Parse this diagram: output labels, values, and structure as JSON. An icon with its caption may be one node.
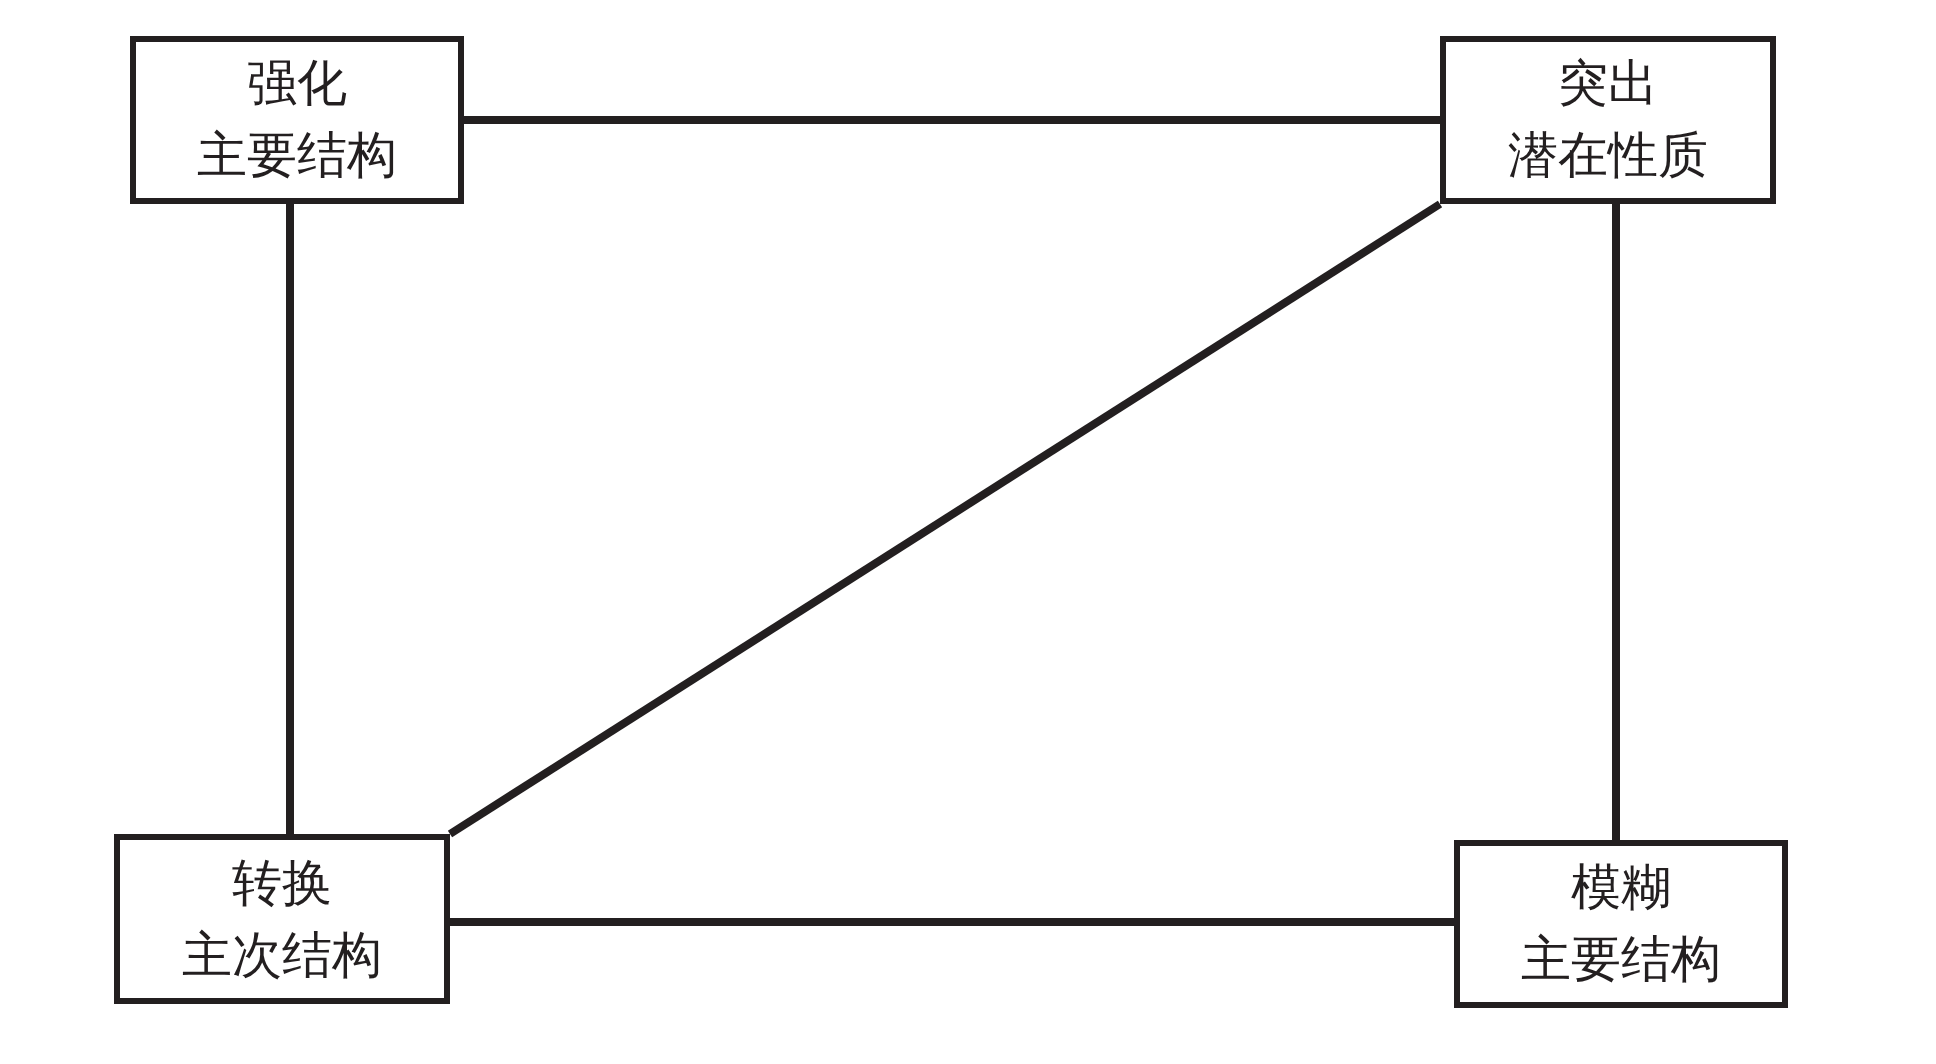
{
  "diagram": {
    "nodes": [
      {
        "text": [
          "强化",
          "主要结构"
        ]
      },
      {
        "text": [
          "突出",
          "潜在性质"
        ]
      },
      {
        "text": [
          "转换",
          "主次结构"
        ]
      },
      {
        "text": [
          "模糊",
          "主要结构"
        ]
      }
    ],
    "edges": [
      {
        "from": 0,
        "to": 1,
        "arrow": "none"
      },
      {
        "from": 0,
        "to": 2,
        "arrow": "none"
      },
      {
        "from": 1,
        "to": 2,
        "arrow": "none"
      },
      {
        "from": 1,
        "to": 3,
        "arrow": "none"
      },
      {
        "from": 2,
        "to": 3,
        "arrow": "none"
      }
    ]
  }
}
